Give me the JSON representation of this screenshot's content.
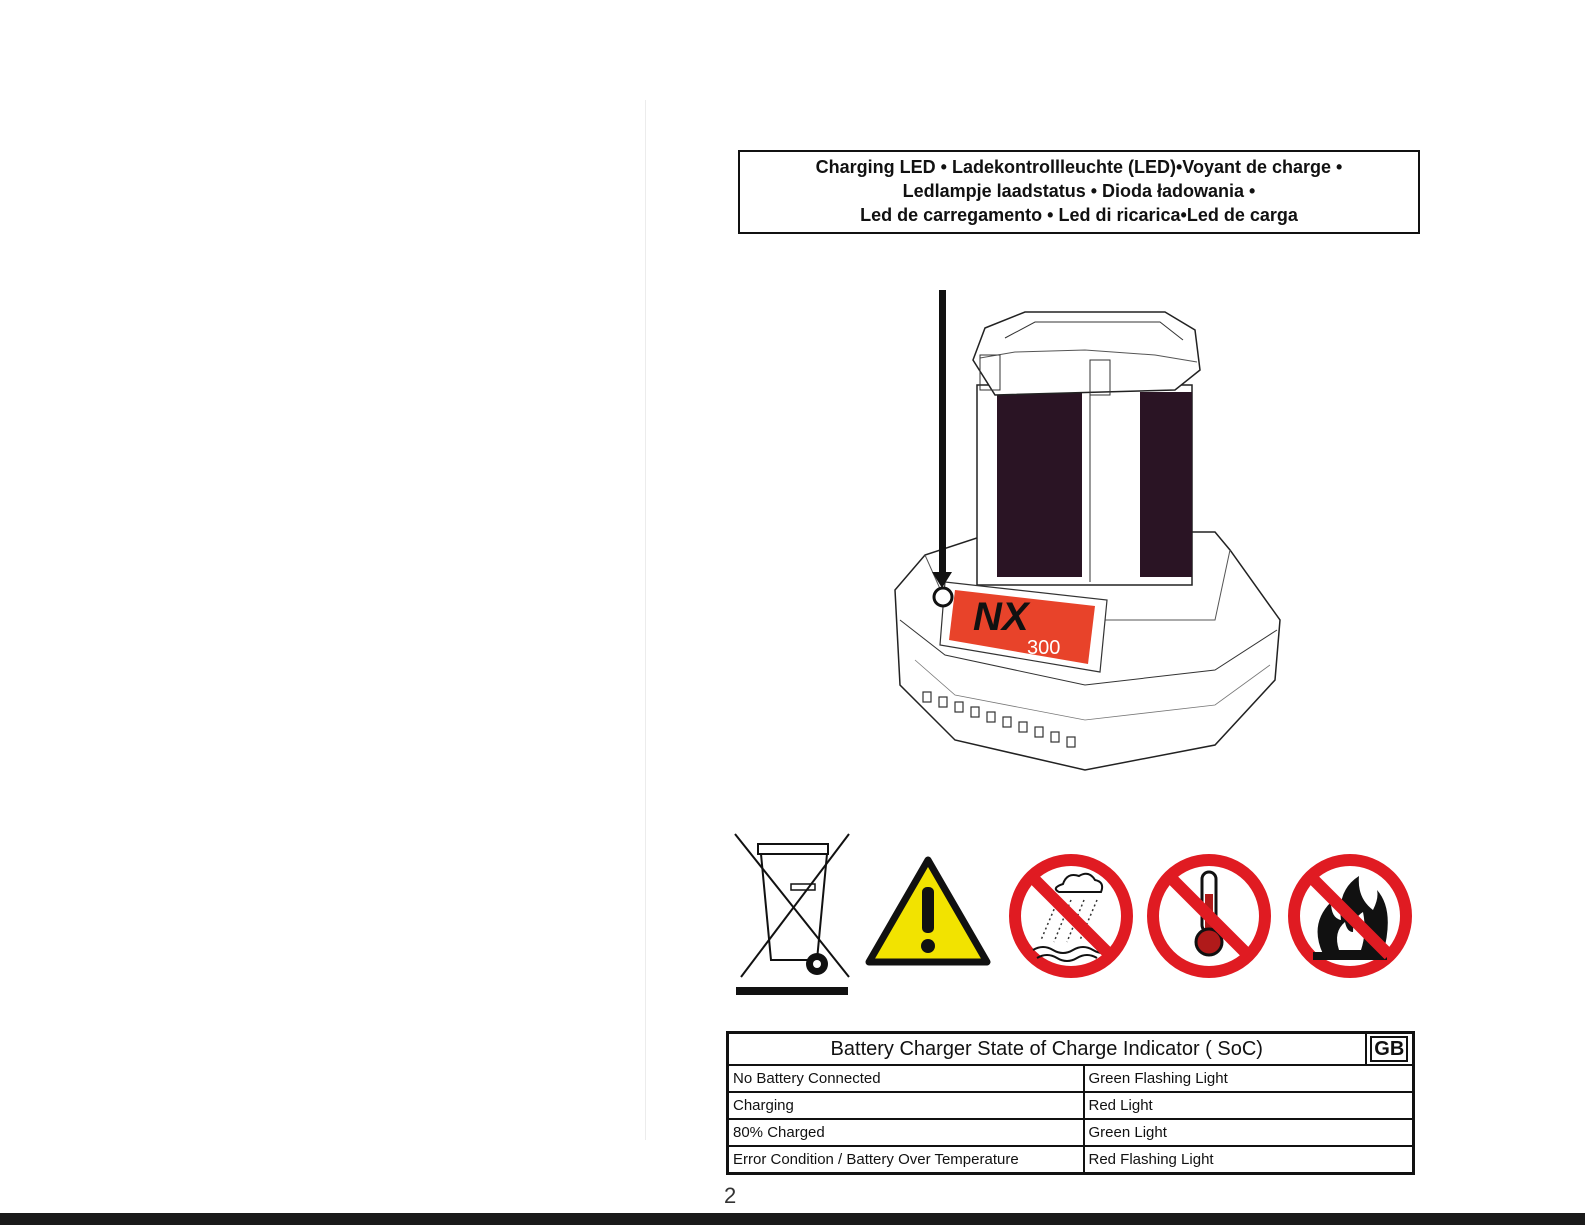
{
  "led_title": {
    "line1": "Charging LED • Ladekontrollleuchte (LED)•Voyant de charge  •",
    "line2": "Ledlampje laadstatus • Dioda ładowania •",
    "line3": "Led de carregamento • Led di ricarica•Led de carga"
  },
  "product": {
    "brand": "NX",
    "model": "300"
  },
  "soc_table": {
    "title": "Battery Charger State of Charge Indicator ( SoC)",
    "badge": "GB",
    "rows": [
      {
        "state": "No Battery Connected",
        "light": "Green Flashing Light"
      },
      {
        "state": "Charging",
        "light": "Red Light"
      },
      {
        "state": "80% Charged",
        "light": "Green Light"
      },
      {
        "state": "Error Condition / Battery Over Temperature",
        "light": "Red Flashing Light"
      }
    ]
  },
  "page_number": "2",
  "colors": {
    "prohibition_red": "#e01b22",
    "warning_yellow": "#f2e300",
    "label_red": "#e8432a",
    "battery_dark": "#2a1424"
  },
  "icons": [
    "crossed-out-bin-icon",
    "warning-exclamation-icon",
    "no-rain-icon",
    "no-heat-icon",
    "no-fire-icon"
  ]
}
